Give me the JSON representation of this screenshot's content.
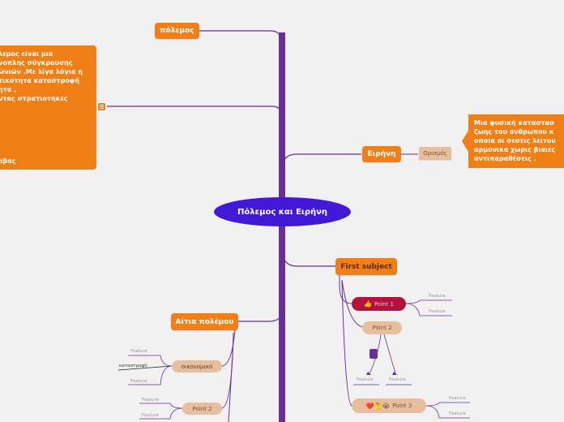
{
  "mindmap": {
    "central": "Πόλεμος και Ειρήνη",
    "polemos": {
      "label": "πόλεμος",
      "note_lines": [
        "λεμος είναι μια",
        "νοπλης σύγκρουσης",
        "ώνιών .Με λίγα λόγια η",
        "τικοτητα καταστροφή",
        "ητα ,",
        "ντας στρατιοτηκες"
      ],
      "note_footer": "αβας",
      "note_icon": "list-icon"
    },
    "eirini": {
      "label": "Ειρήνη",
      "sub_label": "Ορισμός",
      "definition_lines": [
        "Μια φυσική καταστασ",
        "ζωης του ανθρωπου κ",
        "οποια οι σεσεις λειτου",
        "αρμονικα χωρις βιαιες",
        "αντιπαραθέσεις ."
      ]
    },
    "first_subject": {
      "label": "First subject",
      "point1": {
        "label": "Point 1",
        "emoji": "👍",
        "features": [
          "Feature",
          "Feature"
        ]
      },
      "point2": {
        "label": "Point 2",
        "features": [
          "Feature",
          "Feature"
        ]
      },
      "point3": {
        "label": "Point 3",
        "emojis": "❤️🤔😭",
        "features": [
          "Feature",
          "Feature"
        ]
      }
    },
    "aitia": {
      "label": "Αίτια πολέμου",
      "oikonomika": {
        "label": "οικονομικό",
        "features": [
          "Feature",
          "καταστροφή",
          "Feature"
        ]
      },
      "point2": {
        "label": "Point 2",
        "features": [
          "Feature",
          "Feature"
        ]
      }
    }
  },
  "colors": {
    "trunk": "#5d2a8e",
    "orange": "#ef7f16",
    "central": "#4318d6",
    "beige": "#e7bf9f",
    "point1": "#b2123b"
  }
}
